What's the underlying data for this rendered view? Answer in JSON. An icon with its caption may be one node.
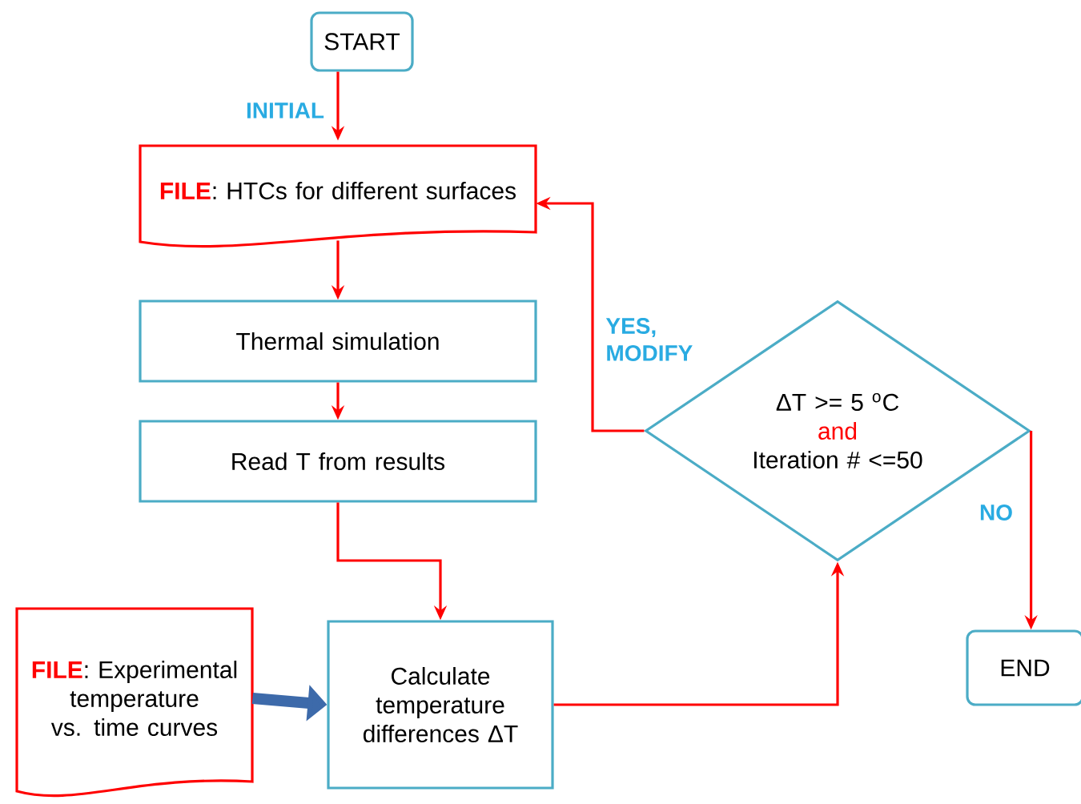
{
  "diagram": {
    "nodes": [
      {
        "text": [
          "START"
        ]
      },
      {
        "text": [
          "**FILE**: HTCs for different surfaces"
        ]
      },
      {
        "text": [
          "Thermal simulation"
        ]
      },
      {
        "text": [
          "Read T from results"
        ]
      },
      {
        "text": [
          "**FILE**: Experimental temperature vs. time curves"
        ]
      },
      {
        "text": [
          "Calculate temperature differences ΔT"
        ]
      },
      {
        "text": [
          "ΔT >= 5 $^{o}$C",
          "and",
          "Iteration # <=50"
        ]
      },
      {
        "text": [
          "END"
        ]
      }
    ],
    "edges": [
      {
        "from": 0,
        "to": 1,
        "arrow": "to",
        "label": "INITIAL"
      },
      {
        "from": 1,
        "to": 2,
        "arrow": "to"
      },
      {
        "from": 2,
        "to": 3,
        "arrow": "to"
      },
      {
        "from": 3,
        "to": 5,
        "arrow": "to"
      },
      {
        "from": 4,
        "to": 5,
        "arrow": "to",
        "style": "thick",
        "color": "#3d6aaa"
      },
      {
        "from": 5,
        "to": 6,
        "arrow": "to"
      },
      {
        "from": 6,
        "to": 1,
        "arrow": "to",
        "label": "YES, MODIFY"
      },
      {
        "from": 6,
        "to": 7,
        "arrow": "to",
        "label": "NO"
      }
    ]
  }
}
